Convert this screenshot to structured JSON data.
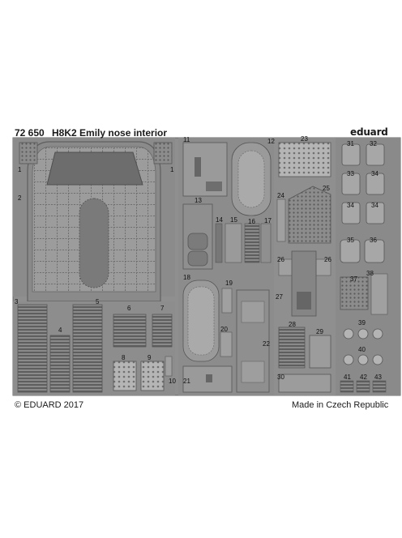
{
  "sheet": {
    "code": "72 650",
    "title": "H8K2 Emily nose interior",
    "brand": "eduard",
    "copyright": "© EDUARD 2017",
    "made_in": "Made in Czech Republic",
    "colors": {
      "background": "#ffffff",
      "fret": "#8f8f8f",
      "fret_dark": "#6f6f6f",
      "part_light": "#a8a8a8",
      "part_dark": "#5a5a5a",
      "text": "#111111"
    }
  },
  "parts": [
    {
      "id": "1a",
      "label": "1"
    },
    {
      "id": "1b",
      "label": "1"
    },
    {
      "id": "2",
      "label": "2"
    },
    {
      "id": "3",
      "label": "3"
    },
    {
      "id": "4",
      "label": "4"
    },
    {
      "id": "5",
      "label": "5"
    },
    {
      "id": "6",
      "label": "6"
    },
    {
      "id": "7",
      "label": "7"
    },
    {
      "id": "8",
      "label": "8"
    },
    {
      "id": "9",
      "label": "9"
    },
    {
      "id": "10",
      "label": "10"
    },
    {
      "id": "11",
      "label": "11"
    },
    {
      "id": "12",
      "label": "12"
    },
    {
      "id": "13",
      "label": "13"
    },
    {
      "id": "14",
      "label": "14"
    },
    {
      "id": "15",
      "label": "15"
    },
    {
      "id": "16",
      "label": "16"
    },
    {
      "id": "17",
      "label": "17"
    },
    {
      "id": "18",
      "label": "18"
    },
    {
      "id": "19",
      "label": "19"
    },
    {
      "id": "20",
      "label": "20"
    },
    {
      "id": "21",
      "label": "21"
    },
    {
      "id": "22",
      "label": "22"
    },
    {
      "id": "23",
      "label": "23"
    },
    {
      "id": "24",
      "label": "24"
    },
    {
      "id": "25",
      "label": "25"
    },
    {
      "id": "26a",
      "label": "26"
    },
    {
      "id": "26b",
      "label": "26"
    },
    {
      "id": "27",
      "label": "27"
    },
    {
      "id": "28",
      "label": "28"
    },
    {
      "id": "29",
      "label": "29"
    },
    {
      "id": "30",
      "label": "30"
    },
    {
      "id": "31",
      "label": "31"
    },
    {
      "id": "32",
      "label": "32"
    },
    {
      "id": "33",
      "label": "33"
    },
    {
      "id": "34a",
      "label": "34"
    },
    {
      "id": "34b",
      "label": "34"
    },
    {
      "id": "34c",
      "label": "34"
    },
    {
      "id": "35",
      "label": "35"
    },
    {
      "id": "36",
      "label": "36"
    },
    {
      "id": "37",
      "label": "37"
    },
    {
      "id": "38",
      "label": "38"
    },
    {
      "id": "39",
      "label": "39"
    },
    {
      "id": "40",
      "label": "40"
    },
    {
      "id": "41",
      "label": "41"
    },
    {
      "id": "42",
      "label": "42"
    },
    {
      "id": "43",
      "label": "43"
    }
  ]
}
